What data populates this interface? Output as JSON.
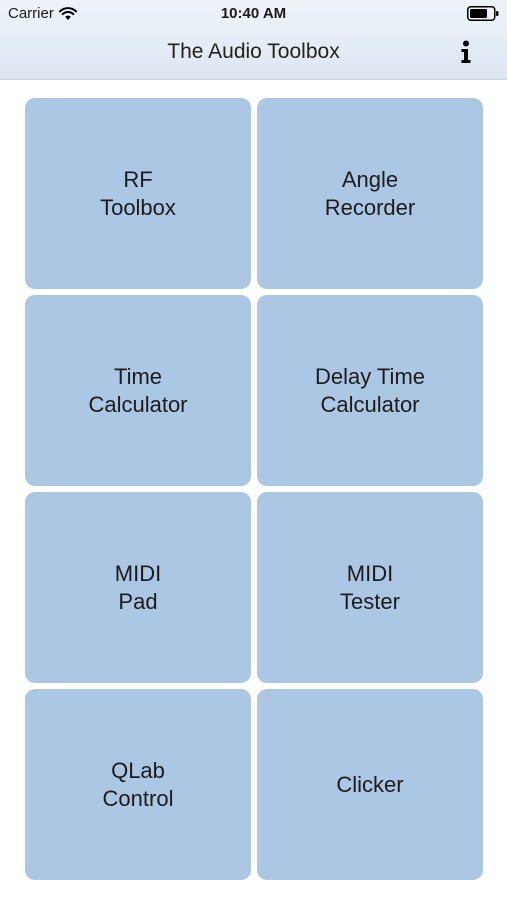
{
  "status_bar": {
    "carrier": "Carrier",
    "time": "10:40 AM"
  },
  "nav": {
    "title": "The Audio Toolbox",
    "info_icon": "info-icon"
  },
  "tiles": [
    {
      "label": "RF\nToolbox"
    },
    {
      "label": "Angle\nRecorder"
    },
    {
      "label": "Time\nCalculator"
    },
    {
      "label": "Delay Time\nCalculator"
    },
    {
      "label": "MIDI\nPad"
    },
    {
      "label": "MIDI\nTester"
    },
    {
      "label": "QLab\nControl"
    },
    {
      "label": "Clicker"
    }
  ],
  "colors": {
    "tile_background": "#abc7e4",
    "nav_background": "#e4ecf5"
  }
}
